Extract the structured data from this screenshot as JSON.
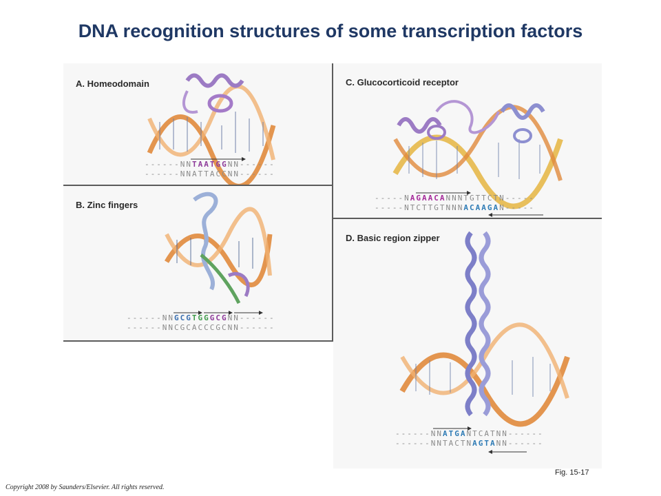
{
  "title": "DNA recognition structures of some transcription factors",
  "panels": {
    "a": {
      "label": "A. Homeodomain",
      "seq_top": {
        "pre": "------NN",
        "hl": "TAATGG",
        "post": "NN------"
      },
      "seq_bottom": "------NNATTACCNN------"
    },
    "b": {
      "label": "B. Zinc fingers",
      "seq_top": {
        "pre": "------NN",
        "hl1": "GCG",
        "hl2": "TGG",
        "hl3": "GCG",
        "post": "NN------"
      },
      "seq_bottom": "------NNCGCACCCGCNN------"
    },
    "c": {
      "label": "C. Glucocorticoid receptor",
      "seq_top": {
        "pre": "-----N",
        "hl": "AGAACA",
        "post": "NNNTGTTCTN-----"
      },
      "seq_bottom": {
        "pre": "-----NTCTTGTNNN",
        "hl": "ACAAGA",
        "post": "N-----"
      }
    },
    "d": {
      "label": "D. Basic region zipper",
      "seq_top": {
        "pre": "------NN",
        "hl": "ATGA",
        "post": "NTCATNN------"
      },
      "seq_bottom": {
        "pre": "------NNTACTN",
        "hl": "AGTA",
        "post": "NN------"
      }
    }
  },
  "colors": {
    "title": "#1f3864",
    "protein": "#9c7bc4",
    "dna_orange": "#e08a3c",
    "dna_yellow": "#e6b84a"
  },
  "footer": {
    "copyright": "Copyright 2008 by Saunders/Elsevier. All rights reserved.",
    "fig": "Fig. 15-17"
  }
}
